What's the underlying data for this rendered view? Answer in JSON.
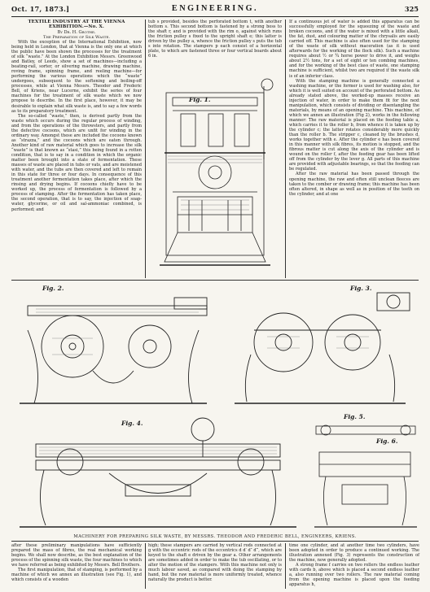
{
  "header": {
    "date": "Oct. 17, 1873.]",
    "title": "ENGINEERING.",
    "page": "325"
  },
  "col1": {
    "heading": "TEXTILE INDUSTRY AT THE VIENNA EXHIBITION.—No. X.",
    "byline": "By Dr. H. Grothe.",
    "subheading": "The Preparation of Silk Waste.",
    "p1": "With the exception of the International Exhibition, now being held in London, that at Vienna is the only one at which the public have been shown the processes for the treatment of silk “waste.” At the London Exhibition Messrs. Greenwood and Batley, of Leeds, show a set of machines—including a beating-rail, sorter, or silvering machine, drawing machine, roving frame, spinning frame, and reeling machine—for performing the various operations which the “waste” undergoes, subsequent to the softening and boiling-off processes, while at Vienna Messrs. Theodor and Frederic Bell, of Kriens, near Lucerne, exhibit the series of four machines for the treatment of silk waste which we now propose to describe. In the first place, however, it may be desirable to explain what silk waste is, and to say a few words as to its preparatory treatment.",
    "p2": "The so-called “waste,” then, is derived partly from the waste which occurs during the regular process of winding, and from the operations of the throwsters, and partly from the defective cocoons, which are unfit for winding in the ordinary way. Amongst these are included the cocoons known as “strazza,” and the cocoons which are eaten through. Another kind of raw material which goes to increase the silk “waste” is that known as “stasi,” this being found in a rotten condition, that is to say in a condition in which the organic matter been brought into a state of fermentation. These masses of waste are placed in tubs or vats, and are moistened with water, and the tubs are then covered and left to remain in this state for three or four days. In consequence of this treatment another fermentation takes place, after which the rinsing and drying begins. If cocoons chiefly have to be worked up, the process of fermentation is followed by a process of stamping. After the fermentation has taken place, the second operation, that is to say, the injection of soap-water, glycerine, or oil and sal-ammoniac combined, is performed; and"
  },
  "col2": {
    "p1": "tub s provided, besides the perforated bottom t, with another bottom s. This second bottom is fastened by a strong boss to the shaft r, and is provided with the rim o, against which runs the friction pulley s fixed to the upright shaft e; this latter is driven by the pulley a, whence the friction pulley s puts the tub s into rotation. The stampers p each consist of a horizontal plate, to which are fastened three or four vertical boards about 6 in."
  },
  "col3": {
    "p1": "If a continuous jet of water is added this apparatus can be successfully employed for the squeezing of the waste and broken cocoons, and if the water is mixed with a little alkali, the fat, dust, and colouring matter of the chrysalis are easily carried off. This machine is also often used for the stamping of the waste of silk without maceration (as it is used afterwards for the working of the flock silk). Such a machine requires about ½ or ¾ horse power to drive it, and weighs about 2½ tons, for a set of eight or ten combing machines, and for the working of the best class of waste, one stamping machine is sufficient, whilst two are required if the waste silk is of an inferior class.",
    "p2": "With the stamping machine is generally connected a washing machine, or the former is used for washing also, for which it is well suited on account of the perforated bottom. As already stated above, the worked-up masses receive an injection of water, in order to make them fit for the next manipulation, which consists of dividing or disentangling the materials, by means of an opening machine. This machine, of which we annex an illustration (Fig 2), works in the following manner: The raw material is placed on the feeding table a, which carries it to the roller b, from whence it is taken up by the cylinder c; the latter rotates considerably more quickly than the roller b. The stripper c, cleaned by the brushes d, works together with e. After the cylinder e has been covered in this manner with silk fibres, its motion is stopped, and the fibrous matter is cut along the axis of the cylinder and is wound on the roller f, after the feeding gear has been lifted off from the cylinder by the lever g. All parts of this machine are provided with adjustable bearings, so that the feeding can be regulated.",
    "p3": "After the raw material has been passed through the opening machine, the raw and often still unclean fleeces are taken to the comber or drawing frame; this machine has been often altered, in shape as well as in position of the teeth on the cylinder, and at one"
  },
  "figures": {
    "fig1": "Fig. 1.",
    "fig2": "Fig. 2.",
    "fig3": "Fig. 3.",
    "fig4": "Fig. 4.",
    "fig5": "Fig. 5.",
    "fig6": "Fig. 6."
  },
  "caption": "MACHINERY FOR PREPARING SILK WASTE, BY MESSRS. THEODOR AND FREDERIC BELL, ENGINEERS, KRIENS.",
  "bottom": {
    "c1": "after these preliminary manipulations have sufficiently prepared the mass of fibres, the real mechanical working begins. We shall now describe, as the best explanation of the process of the spinning silk waste, the four machines to which we have referred as being exhibited by Messrs. Bell Brothers.",
    "c1b": "The first manipulation, that of stamping, is performed by a machine of which we annex an illustration (see Fig. 1), and which consists of a wooden",
    "c2": "high; these stampers are carried by vertical rods connected at g with the eccentric rods of the eccentrics d d′ d″ d‴, which are keyed to the shaft e driven by the gear a. Other arrangements are sometimes added in order to make the tub oscillating, or to alter the motion of the stampers. With this machine not only is much labour saved, as compared with doing the stamping by hand, but the raw material is more uniformly treated, whence naturally the product is better.",
    "c3": "time one cylinder, and at another time two cylinders, have been adopted in order to produce a continued working. The illustration annexed (Fig. 3) represents the construction of the machine, now generally adopted.",
    "c3b": "A strong frame f carries on two rollers the endless leather with cards b, above which is placed a second endless leather a, also running over two rollers. The raw material coming from the opening machine is placed upon the feeding apparatus h,"
  }
}
